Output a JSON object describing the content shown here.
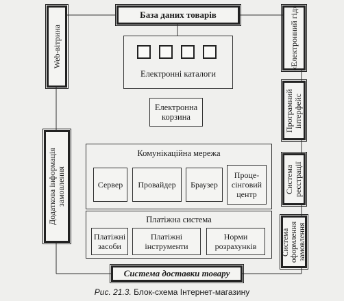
{
  "boxes": {
    "database": "База даних товарів",
    "web_showcase": "Web-вітрина",
    "electronic_guide": "«Електронний гід»",
    "software_interface": "Програмний інтерфейс",
    "registration_system": "Система реєстрації",
    "order_system": "Система оформлення замовлення",
    "additional_order_info": "Додаткова інформація замовлення",
    "catalogs": "Електронні каталоги",
    "cart": "Електронна корзина",
    "comm_network": "Комунікаційна мережа",
    "server": "Сервер",
    "provider": "Провайдер",
    "browser": "Браузер",
    "processing_center": "Проце-сінговий центр",
    "payment_system": "Платіжна система",
    "payment_means": "Платіжні засоби",
    "payment_instruments": "Платіжні інструменти",
    "settlement_norms": "Норми розрахунків",
    "delivery_system": "Система доставки товару"
  },
  "caption": {
    "number": "Рис. 21.3.",
    "text": "Блок-схема Інтернет-магазину"
  }
}
